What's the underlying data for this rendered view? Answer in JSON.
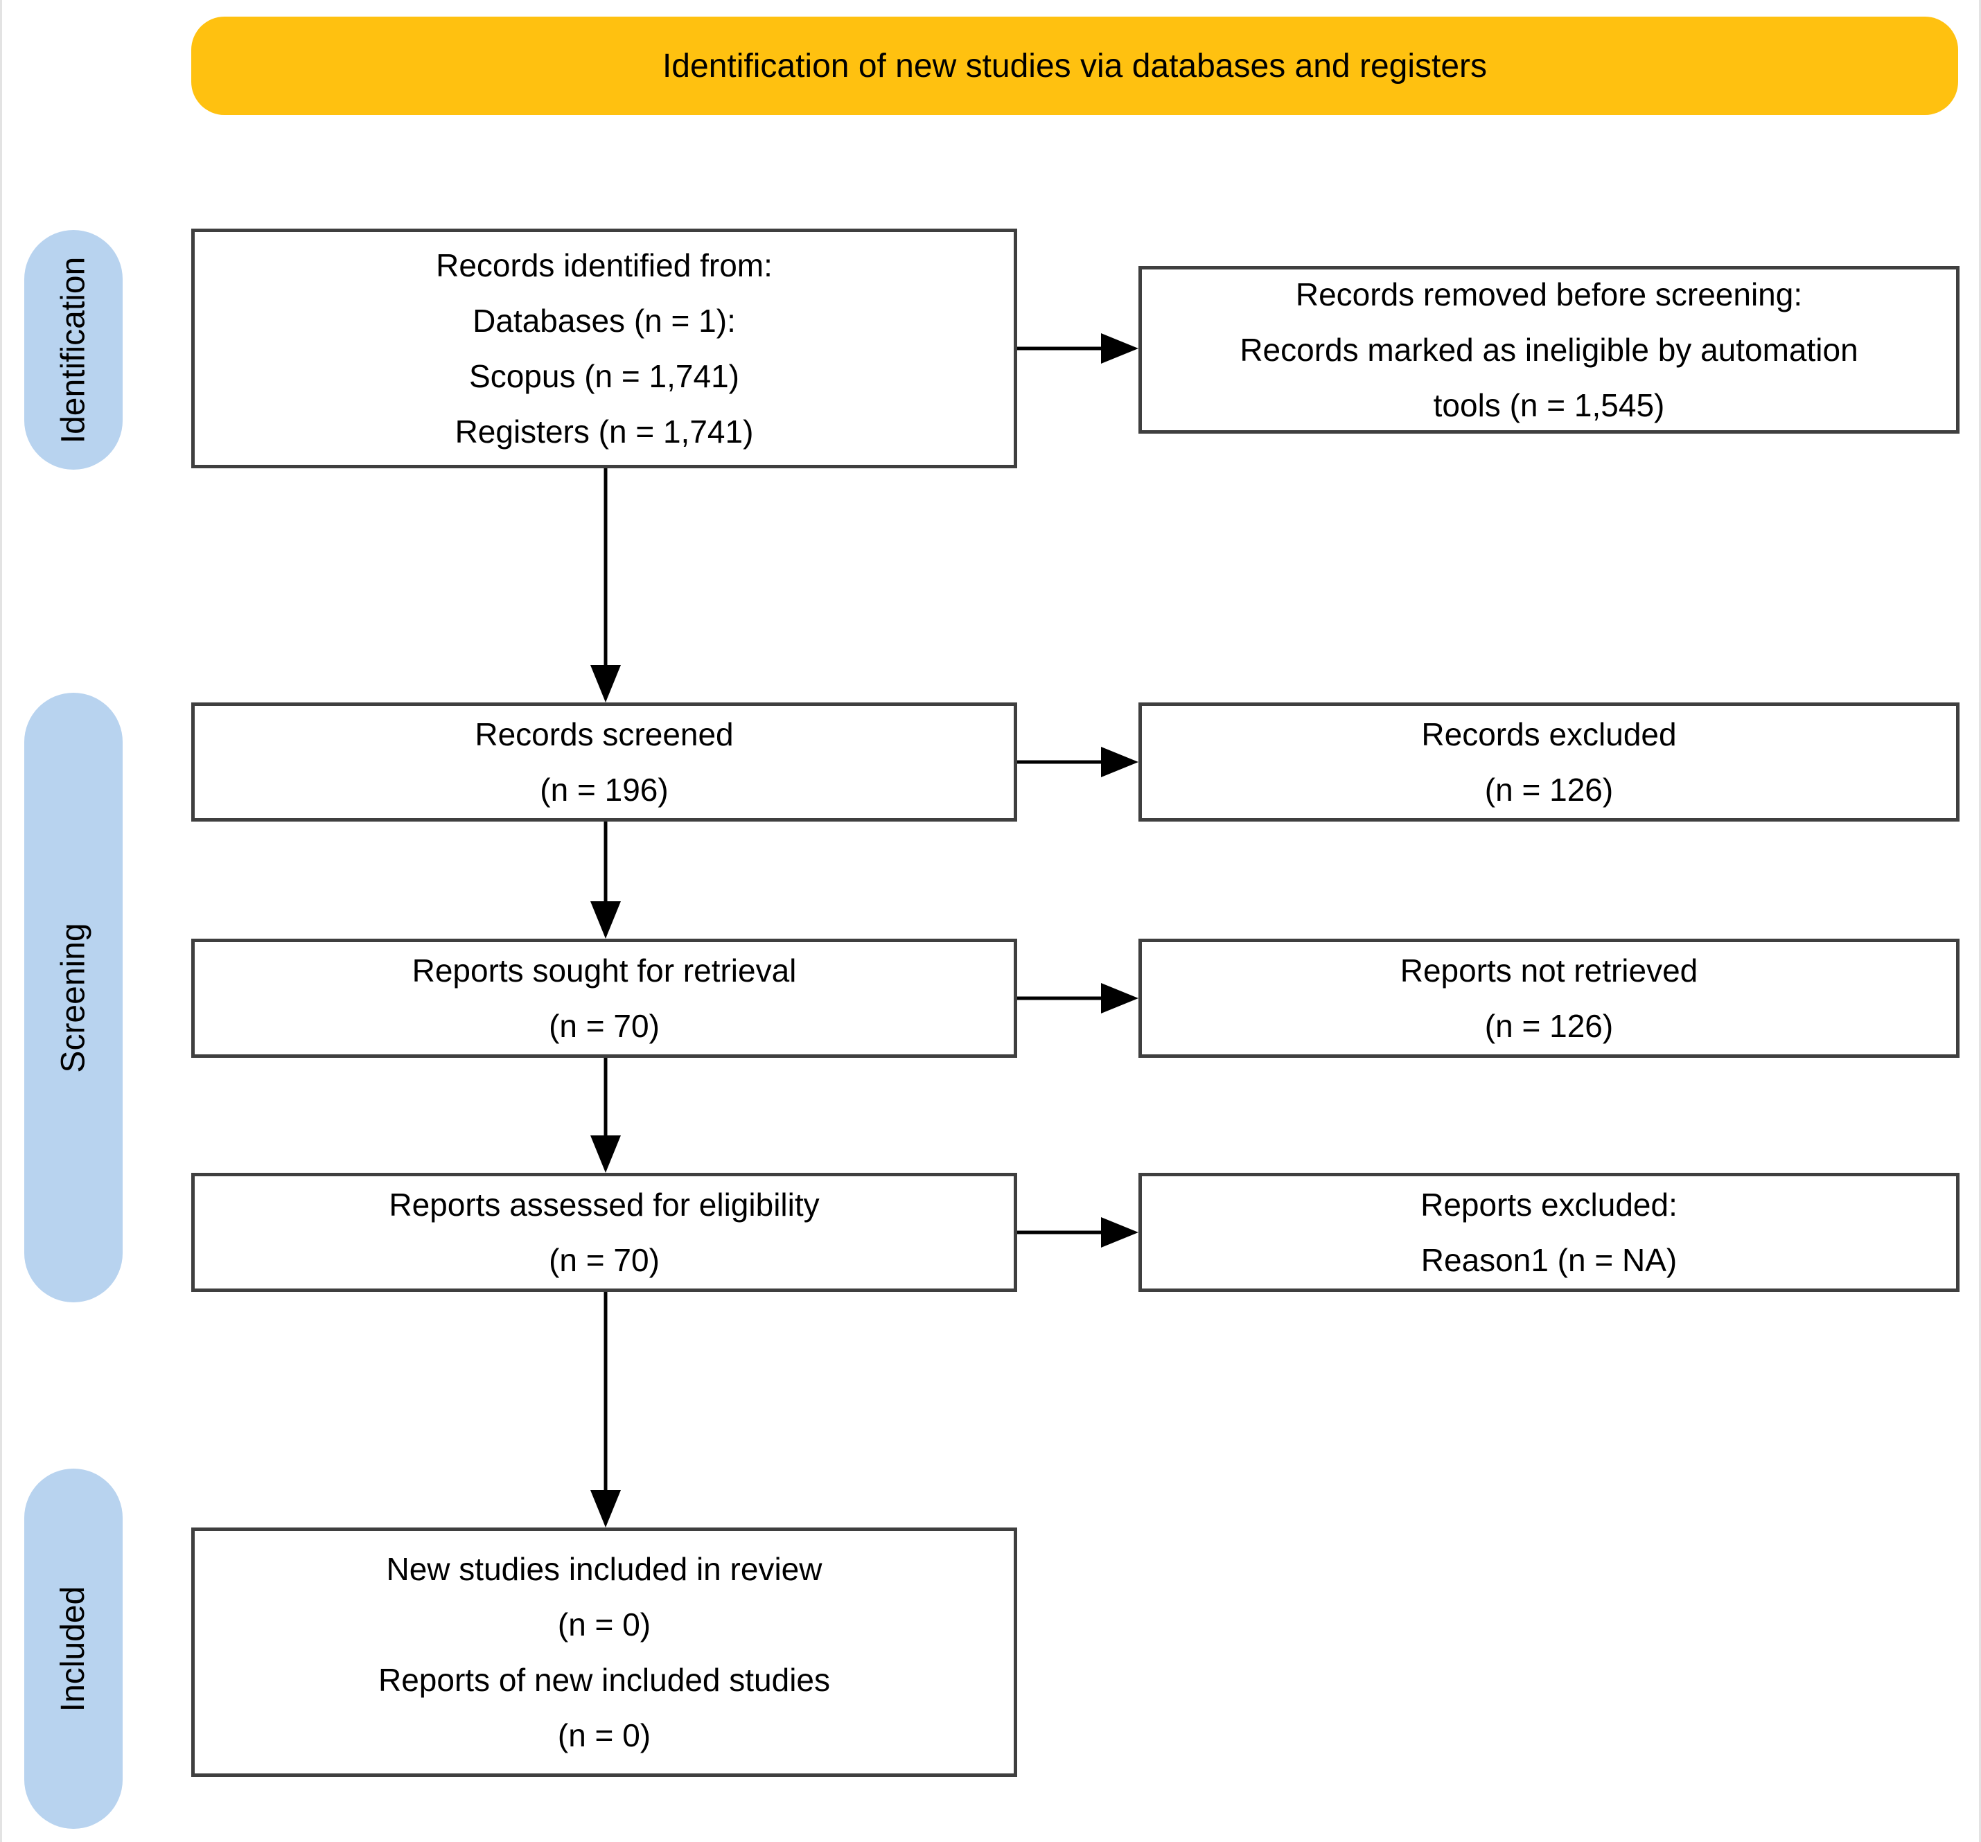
{
  "banner": {
    "label": "Identification of new studies via databases and registers"
  },
  "stages": [
    {
      "label": "Identification"
    },
    {
      "label": "Screening"
    },
    {
      "label": "Included"
    }
  ],
  "boxes": {
    "records_identified": {
      "lines": [
        "Records identified from:",
        "Databases (n = 1):",
        "Scopus (n = 1,741)",
        "Registers (n = 1,741)"
      ]
    },
    "records_removed": {
      "lines": [
        "Records removed before screening:",
        "Records marked as ineligible by automation",
        "tools (n = 1,545)"
      ]
    },
    "records_screened": {
      "lines": [
        "Records screened",
        "(n = 196)"
      ]
    },
    "records_excluded": {
      "lines": [
        "Records excluded",
        "(n = 126)"
      ]
    },
    "reports_sought": {
      "lines": [
        "Reports sought for retrieval",
        "(n = 70)"
      ]
    },
    "reports_not_retrieved": {
      "lines": [
        "Reports not retrieved",
        "(n = 126)"
      ]
    },
    "reports_assessed": {
      "lines": [
        "Reports assessed for eligibility",
        "(n = 70)"
      ]
    },
    "reports_excluded": {
      "lines": [
        "Reports excluded:",
        "Reason1 (n = NA)"
      ]
    },
    "new_studies_included": {
      "lines": [
        "New studies included in review",
        "(n = 0)",
        "Reports of new included studies",
        "(n = 0)"
      ]
    }
  },
  "colors": {
    "banner_bg": "#FFC110",
    "stage_bg": "#B8D3EF",
    "box_border": "#3F3F3F",
    "arrow": "#000000"
  }
}
